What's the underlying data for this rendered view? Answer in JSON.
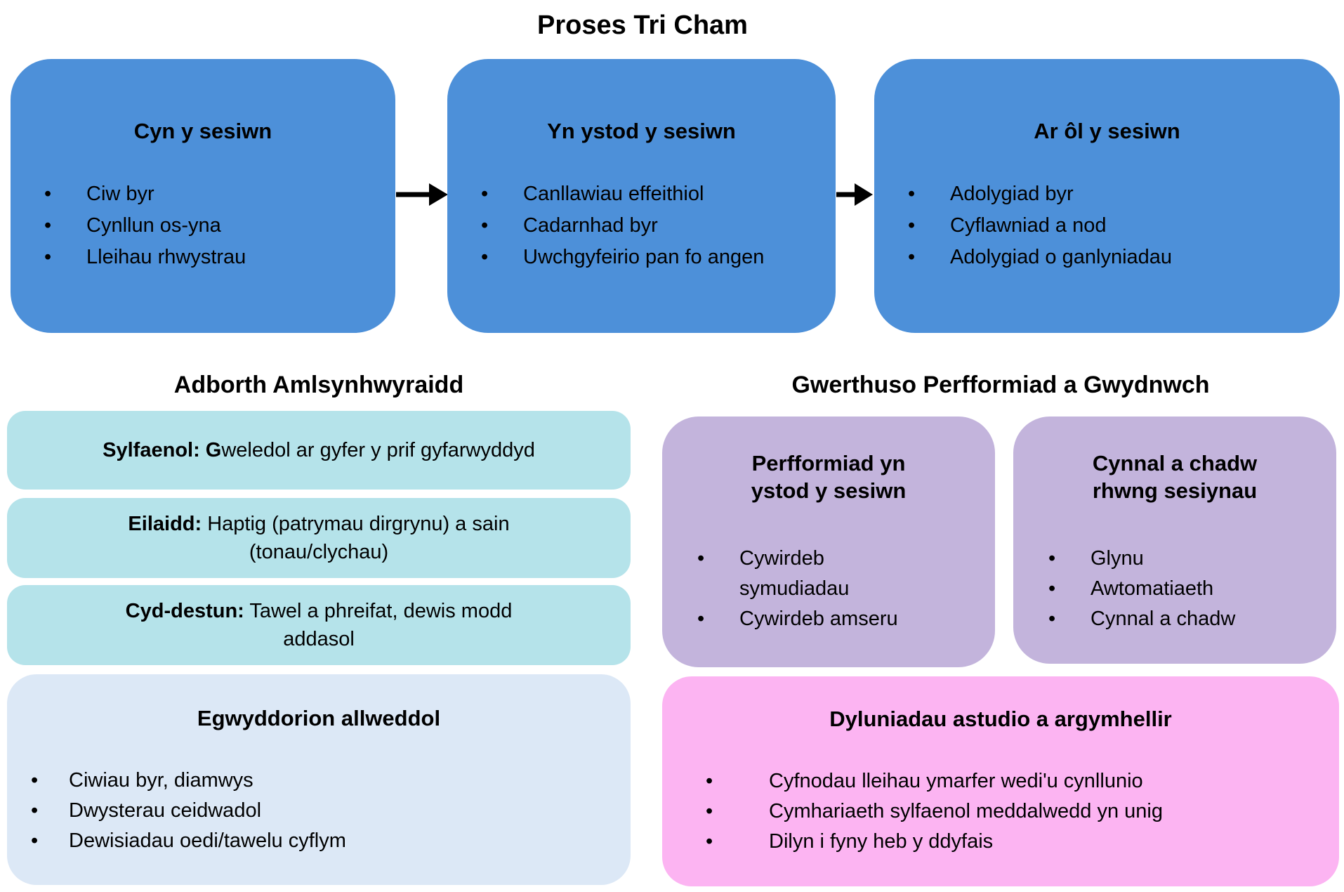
{
  "title": "Proses Tri Cham",
  "colors": {
    "step": "#4d90d9",
    "channel": "#b5e3ea",
    "principles": "#dce8f6",
    "evaluation": "#c3b4dc",
    "study": "#fcb4f2",
    "arrow": "#000000",
    "text": "#000000"
  },
  "process": {
    "steps": [
      {
        "title": "Cyn y sesiwn",
        "bullets": [
          "Ciw byr",
          "Cynllun os-yna",
          "Lleihau rhwystrau"
        ]
      },
      {
        "title": "Yn ystod y sesiwn",
        "bullets": [
          "Canllawiau effeithiol",
          "Cadarnhad byr",
          "Uwchgyfeirio pan fo angen"
        ]
      },
      {
        "title": "Ar ôl y sesiwn",
        "bullets": [
          "Adolygiad byr",
          "Cyflawniad a nod",
          "Adolygiad o ganlyniadau"
        ]
      }
    ]
  },
  "left": {
    "title": "Adborth Amlsynhwyraidd",
    "channels": [
      {
        "label": "Sylfaenol: G",
        "line1": "weledol ar gyfer y prif gyfarwyddyd",
        "line2": ""
      },
      {
        "label": "Eilaidd:",
        "line1": " Haptig (patrymau dirgrynu) a sain",
        "line2": "(tonau/clychau)"
      },
      {
        "label": "Cyd-destun:",
        "line1": " Tawel a phreifat, dewis modd",
        "line2": "addasol"
      }
    ],
    "principles": {
      "title": "Egwyddorion allweddol",
      "bullets": [
        "Ciwiau byr, diamwys",
        "Dwysterau ceidwadol",
        "Dewisiadau oedi/tawelu cyflym"
      ]
    }
  },
  "right": {
    "title": "Gwerthuso Perfformiad a Gwydnwch",
    "cards": [
      {
        "title": "Perfformiad yn ystod y sesiwn",
        "bullets": [
          "Cywirdeb symudiadau",
          "Cywirdeb amseru"
        ]
      },
      {
        "title": "Cynnal a chadw rhwng sesiynau",
        "bullets": [
          "Glynu",
          "Awtomatiaeth",
          "Cynnal a chadw"
        ]
      }
    ],
    "study": {
      "title": "Dyluniadau astudio a argymhellir",
      "bullets": [
        "Cyfnodau lleihau ymarfer wedi'u cynllunio",
        "Cymhariaeth sylfaenol meddalwedd yn unig",
        "Dilyn i fyny heb y ddyfais"
      ]
    }
  }
}
